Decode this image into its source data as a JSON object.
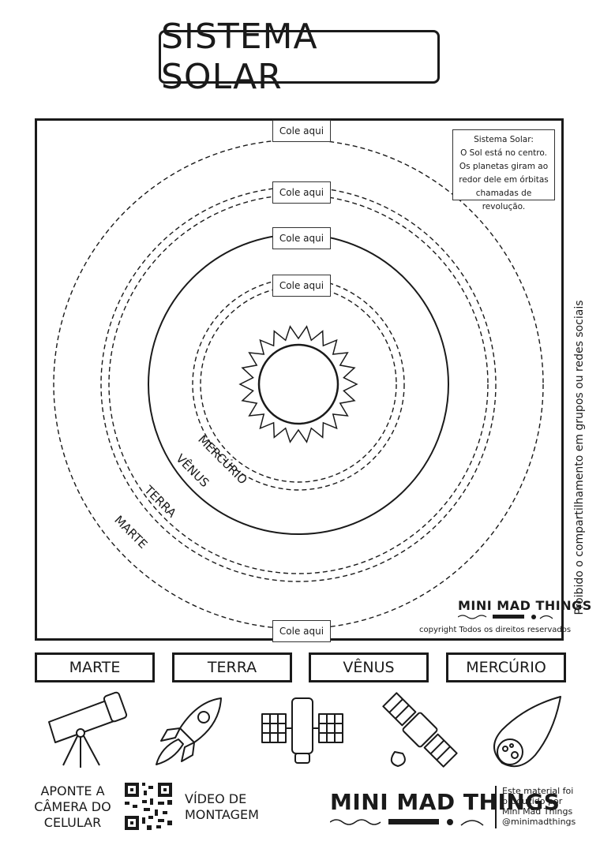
{
  "title": "SISTEMA SOLAR",
  "paste_label": "Cole aqui",
  "info": {
    "line1": "Sistema Solar:",
    "line2": "O Sol está no centro.",
    "line3": "Os planetas giram ao",
    "line4": "redor dele em órbitas",
    "line5": "chamadas de revolução."
  },
  "orbit_labels": {
    "mercurio": "MERCÚRIO",
    "venus": "VÊNUS",
    "terra": "TERRA",
    "marte": "MARTE"
  },
  "brand_small": "MINI MAD THINGS",
  "copyright": "copyright Todos os direitos reservados",
  "side_text": "Proibido o compartilhamento em grupos ou redes sociais",
  "planet_labels": [
    "MARTE",
    "TERRA",
    "VÊNUS",
    "MERCÚRIO"
  ],
  "stickers": [
    "telescope-icon",
    "rocket-icon",
    "space-station-icon",
    "satellite-icon",
    "comet-icon"
  ],
  "bottom": {
    "aponte_l1": "APONTE A",
    "aponte_l2": "CÂMERA DO",
    "aponte_l3": "CELULAR",
    "video_l1": "VÍDEO DE",
    "video_l2": "MONTAGEM",
    "brand_big": "MINI MAD THINGS",
    "credit_l1": "Este material foi",
    "credit_l2": "produzido por",
    "credit_l3": "Mini Mad Things",
    "credit_l4": "@minimadthings"
  }
}
